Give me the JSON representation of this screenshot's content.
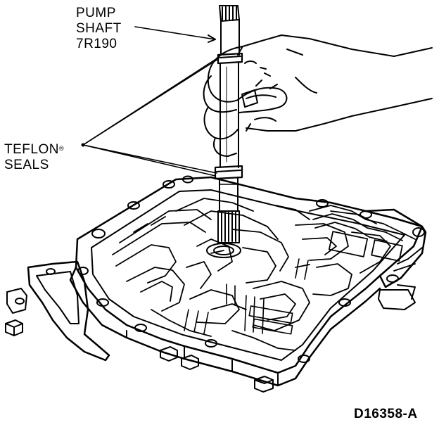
{
  "labels": {
    "pump_shaft": {
      "line1": "PUMP",
      "line2": "SHAFT",
      "line3": "7R190"
    },
    "teflon_seals": {
      "line1": "TEFLON",
      "mark": "®",
      "line2": "SEALS"
    },
    "figure_id": "D16358-A"
  },
  "colors": {
    "ink": "#000000",
    "paper": "#ffffff"
  },
  "icons": {
    "hand": "hand-illustration",
    "shaft": "pump-shaft-illustration",
    "body": "valve-body-illustration"
  }
}
